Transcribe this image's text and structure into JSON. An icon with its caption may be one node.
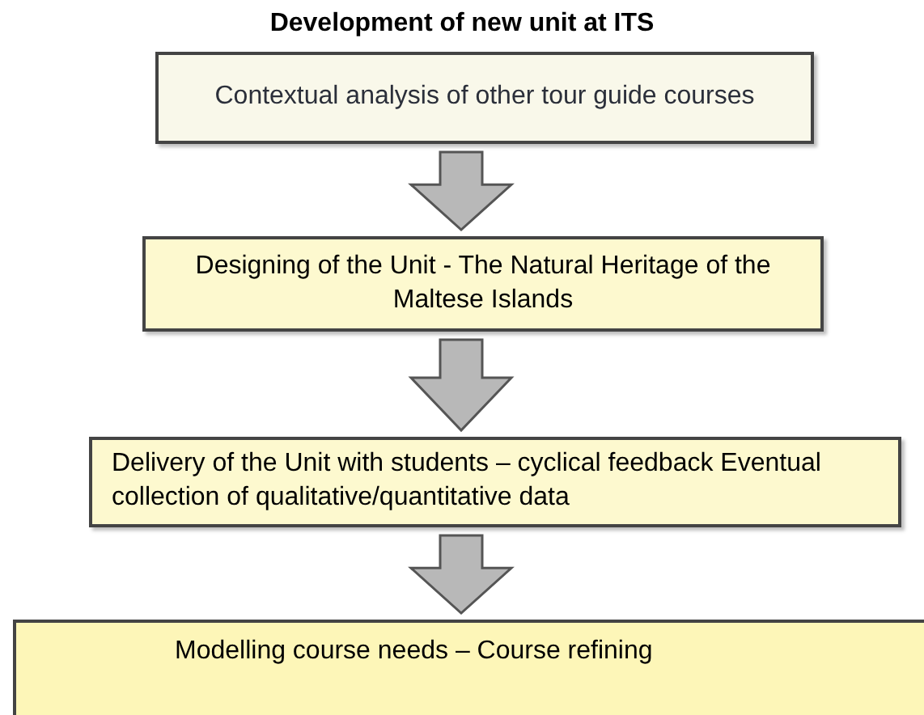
{
  "diagram": {
    "title": "Development of new unit at ITS",
    "nodes": [
      {
        "text": [
          "Contextual analysis of other tour guide courses"
        ]
      },
      {
        "text": [
          "Designing of the Unit - The Natural Heritage of the Maltese Islands"
        ]
      },
      {
        "text": [
          "Delivery of the Unit with students – cyclical feedback Eventual collection of qualitative/quantitative data"
        ]
      },
      {
        "text": [
          "Modelling course needs – Course refining"
        ]
      }
    ],
    "edges": [
      {
        "from": 0,
        "to": 1,
        "arrow": "to"
      },
      {
        "from": 1,
        "to": 2,
        "arrow": "to"
      },
      {
        "from": 2,
        "to": 3,
        "arrow": "to"
      }
    ]
  }
}
